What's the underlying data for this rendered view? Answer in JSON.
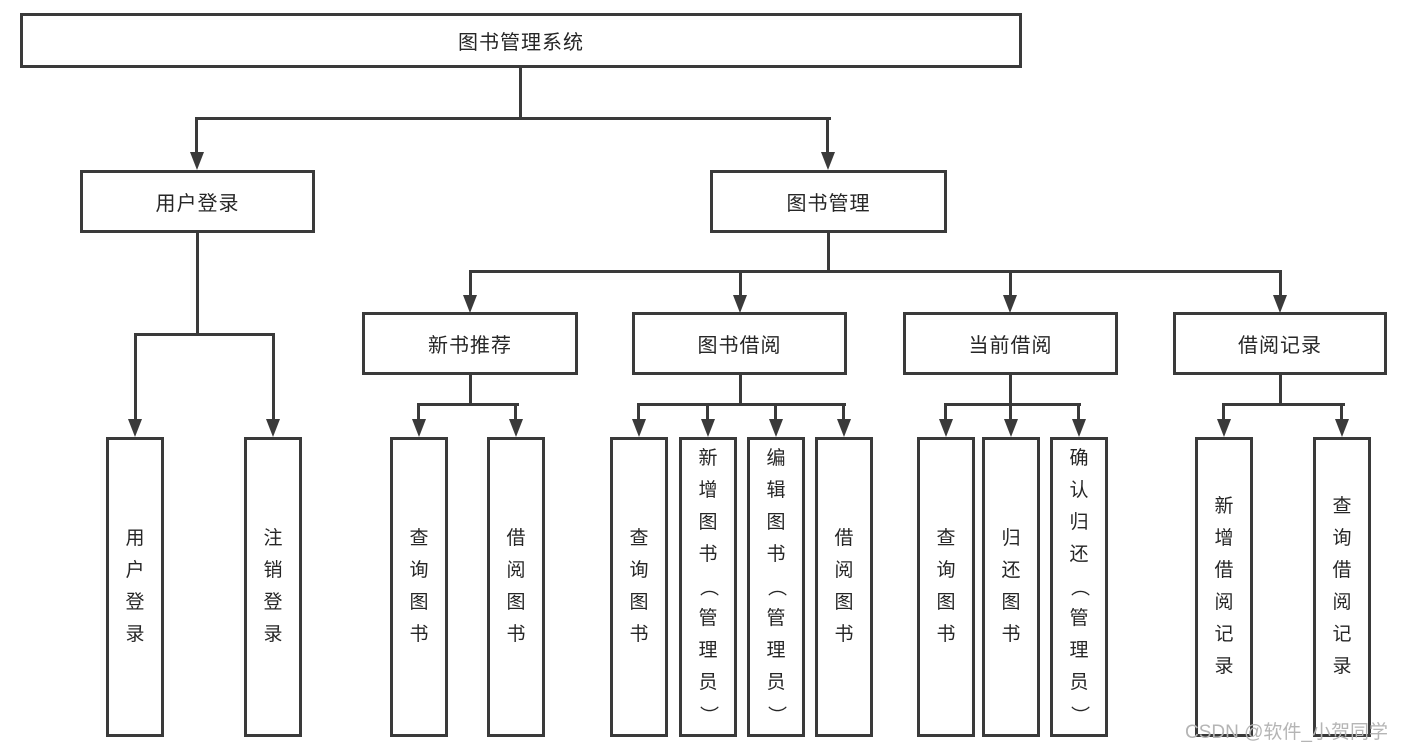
{
  "diagram": {
    "title_node": {
      "label": "图书管理系统"
    },
    "level2": [
      {
        "label": "用户登录"
      },
      {
        "label": "图书管理"
      }
    ],
    "level3": [
      {
        "label": "新书推荐"
      },
      {
        "label": "图书借阅"
      },
      {
        "label": "当前借阅"
      },
      {
        "label": "借阅记录"
      }
    ],
    "leaves": {
      "login": [
        {
          "label": "用户登录"
        },
        {
          "label": "注销登录"
        }
      ],
      "recommend": [
        {
          "label": "查询图书"
        },
        {
          "label": "借阅图书"
        }
      ],
      "borrow": [
        {
          "label": "查询图书"
        },
        {
          "label": "新增图书（管理员）"
        },
        {
          "label": "编辑图书（管理员）"
        },
        {
          "label": "借阅图书"
        }
      ],
      "current": [
        {
          "label": "查询图书"
        },
        {
          "label": "归还图书"
        },
        {
          "label": "确认归还（管理员）"
        }
      ],
      "records": [
        {
          "label": "新增借阅记录"
        },
        {
          "label": "查询借阅记录"
        }
      ]
    },
    "watermark": "CSDN @软件_小贺同学",
    "colors": {
      "line": "#3a3a3a",
      "text": "#262626",
      "watermark": "#b5b5b5",
      "background": "#ffffff"
    }
  }
}
